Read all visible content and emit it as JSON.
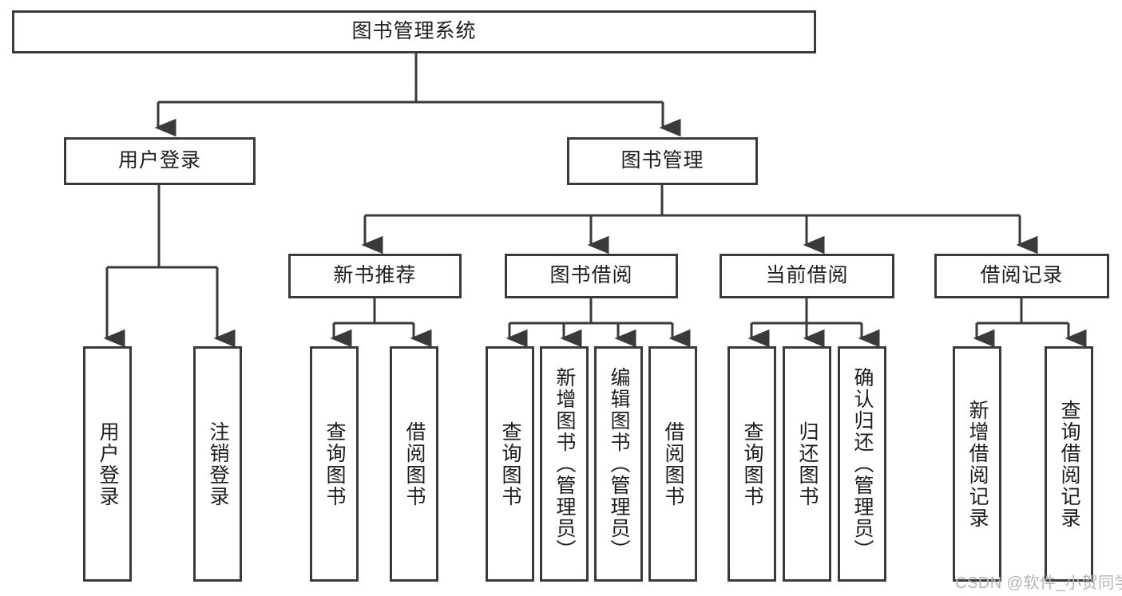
{
  "diagram": {
    "title": "图书管理系统",
    "type": "functional-structure-tree",
    "root": {
      "label": "图书管理系统"
    },
    "level2": [
      {
        "label": "用户登录"
      },
      {
        "label": "图书管理"
      }
    ],
    "level3": [
      {
        "label": "新书推荐"
      },
      {
        "label": "图书借阅"
      },
      {
        "label": "当前借阅"
      },
      {
        "label": "借阅记录"
      }
    ],
    "leaves": {
      "user_login": [
        {
          "label": "用户登录"
        },
        {
          "label": "注销登录"
        }
      ],
      "new_book_recommend": [
        {
          "label": "查询图书"
        },
        {
          "label": "借阅图书"
        }
      ],
      "book_borrow": [
        {
          "label": "查询图书"
        },
        {
          "label": "新增图书（管理员）"
        },
        {
          "label": "编辑图书（管理员）"
        },
        {
          "label": "借阅图书"
        }
      ],
      "current_borrow": [
        {
          "label": "查询图书"
        },
        {
          "label": "归还图书"
        },
        {
          "label": "确认归还（管理员）"
        }
      ],
      "borrow_record": [
        {
          "label": "新增借阅记录"
        },
        {
          "label": "查询借阅记录"
        }
      ]
    }
  },
  "watermark": {
    "text": "CSDN @软件_小贺同学"
  },
  "colors": {
    "stroke": "#3a3a3a",
    "text": "#1d1d1d",
    "background": "#ffffff",
    "watermark": "#b4b4b4"
  }
}
